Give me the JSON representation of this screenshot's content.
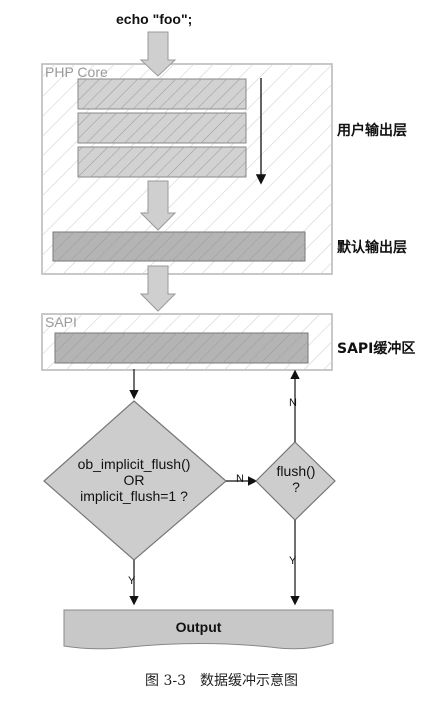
{
  "top_code": "echo \"foo\";",
  "php_core_label": "PHP Core",
  "sapi_label": "SAPI",
  "layer_labels": {
    "user_output": "用户输出层",
    "default_output": "默认输出层",
    "sapi_buffer": "SAPI缓冲区"
  },
  "decision_main": {
    "line1": "ob_implicit_flush()",
    "line2": "OR",
    "line3": "implicit_flush=1 ?"
  },
  "decision_flush": {
    "line1": "flush()",
    "line2": "?"
  },
  "edge_labels": {
    "main_to_flush": "N",
    "main_down": "Y",
    "flush_down": "Y",
    "flush_up": "N"
  },
  "output_label": "Output",
  "caption": "图 3-3　数据缓冲示意图"
}
